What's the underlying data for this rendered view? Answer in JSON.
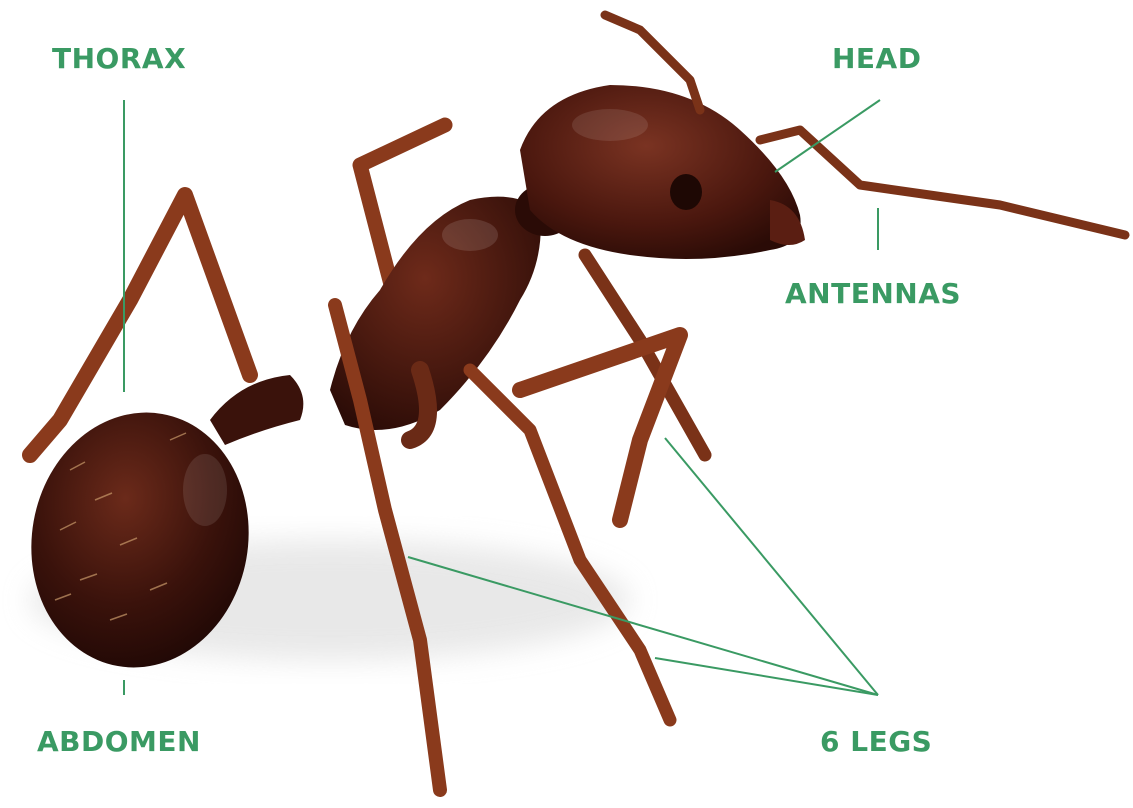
{
  "labels": {
    "thorax": "THORAX",
    "head": "HEAD",
    "antennas": "ANTENNAS",
    "abdomen": "ABDOMEN",
    "legs": "6 LEGS"
  },
  "colors": {
    "label": "#3a9a63",
    "leader_line": "#3a9a63",
    "ant_body": "#5a1e12",
    "ant_leg": "#8a3a1c",
    "background": "#ffffff"
  }
}
